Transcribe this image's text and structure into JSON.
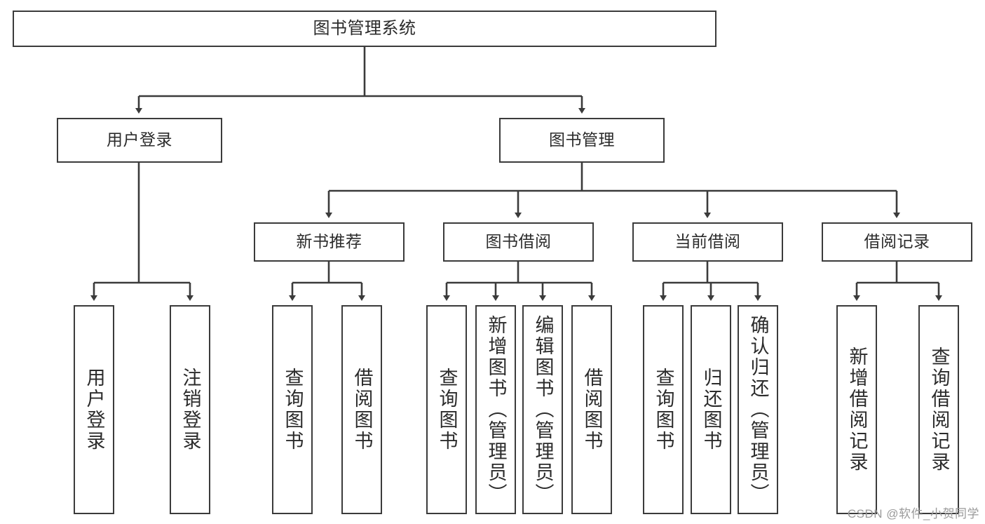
{
  "diagram": {
    "title_node": {
      "label": "图书管理系统"
    },
    "level2": [
      {
        "id": "user-login",
        "label": "用户登录"
      },
      {
        "id": "book-management",
        "label": "图书管理"
      }
    ],
    "level3": [
      {
        "id": "new-book-recommend",
        "label": "新书推荐"
      },
      {
        "id": "book-borrow",
        "label": "图书借阅"
      },
      {
        "id": "current-borrow",
        "label": "当前借阅"
      },
      {
        "id": "borrow-record",
        "label": "借阅记录"
      }
    ],
    "leaves": [
      {
        "id": "leaf-user-login",
        "label": "用户登录",
        "parent": "user-login"
      },
      {
        "id": "leaf-logout-login",
        "label": "注销登录",
        "parent": "user-login"
      },
      {
        "id": "leaf-query-book-1",
        "label": "查询图书",
        "parent": "new-book-recommend"
      },
      {
        "id": "leaf-borrow-book-1",
        "label": "借阅图书",
        "parent": "new-book-recommend"
      },
      {
        "id": "leaf-query-book-2",
        "label": "查询图书",
        "parent": "book-borrow"
      },
      {
        "id": "leaf-add-book",
        "label": "新增图书（管理员）",
        "parent": "book-borrow"
      },
      {
        "id": "leaf-edit-book",
        "label": "编辑图书（管理员）",
        "parent": "book-borrow"
      },
      {
        "id": "leaf-borrow-book-2",
        "label": "借阅图书",
        "parent": "book-borrow"
      },
      {
        "id": "leaf-query-book-3",
        "label": "查询图书",
        "parent": "current-borrow"
      },
      {
        "id": "leaf-return-book",
        "label": "归还图书",
        "parent": "current-borrow"
      },
      {
        "id": "leaf-confirm-return",
        "label": "确认归还（管理员）",
        "parent": "current-borrow"
      },
      {
        "id": "leaf-add-record",
        "label": "新增借阅记录",
        "parent": "borrow-record"
      },
      {
        "id": "leaf-query-record",
        "label": "查询借阅记录",
        "parent": "borrow-record"
      }
    ]
  },
  "watermark": {
    "text": "CSDN @软件_小贺同学"
  },
  "colors": {
    "border": "#3b3b3b",
    "background": "#ffffff",
    "text": "#2b2b2b",
    "watermark": "#9a9a9a"
  }
}
